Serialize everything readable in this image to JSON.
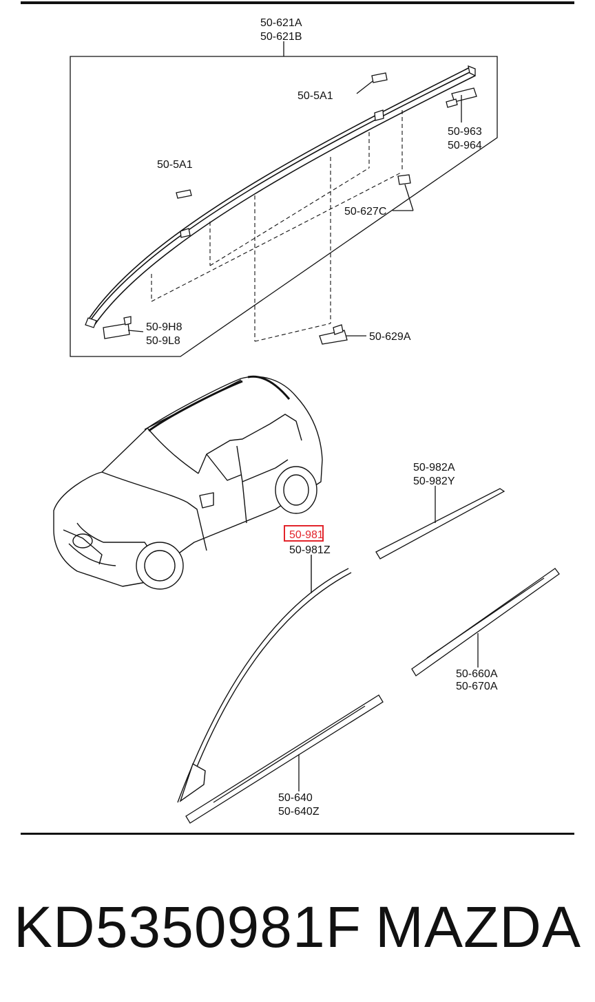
{
  "labels": {
    "roof_rail": [
      "50-621A",
      "50-621B"
    ],
    "clip_rear": "50-5A1",
    "clip_front": "50-5A1",
    "end_cap_rear": [
      "50-963",
      "50-964"
    ],
    "clip_627": "50-627C",
    "end_cap_front": [
      "50-9H8",
      "50-9L8"
    ],
    "clip_629": "50-629A",
    "molding_982": [
      "50-982A",
      "50-982Y"
    ],
    "molding_981": [
      "50-981",
      "50-981Z"
    ],
    "molding_660": [
      "50-660A",
      "50-670A"
    ],
    "molding_640": [
      "50-640",
      "50-640Z"
    ]
  },
  "highlight": {
    "label": "50-981",
    "color": "#e2232a"
  },
  "footer": {
    "part_number": "KD5350981F",
    "brand": "MAZDA"
  }
}
